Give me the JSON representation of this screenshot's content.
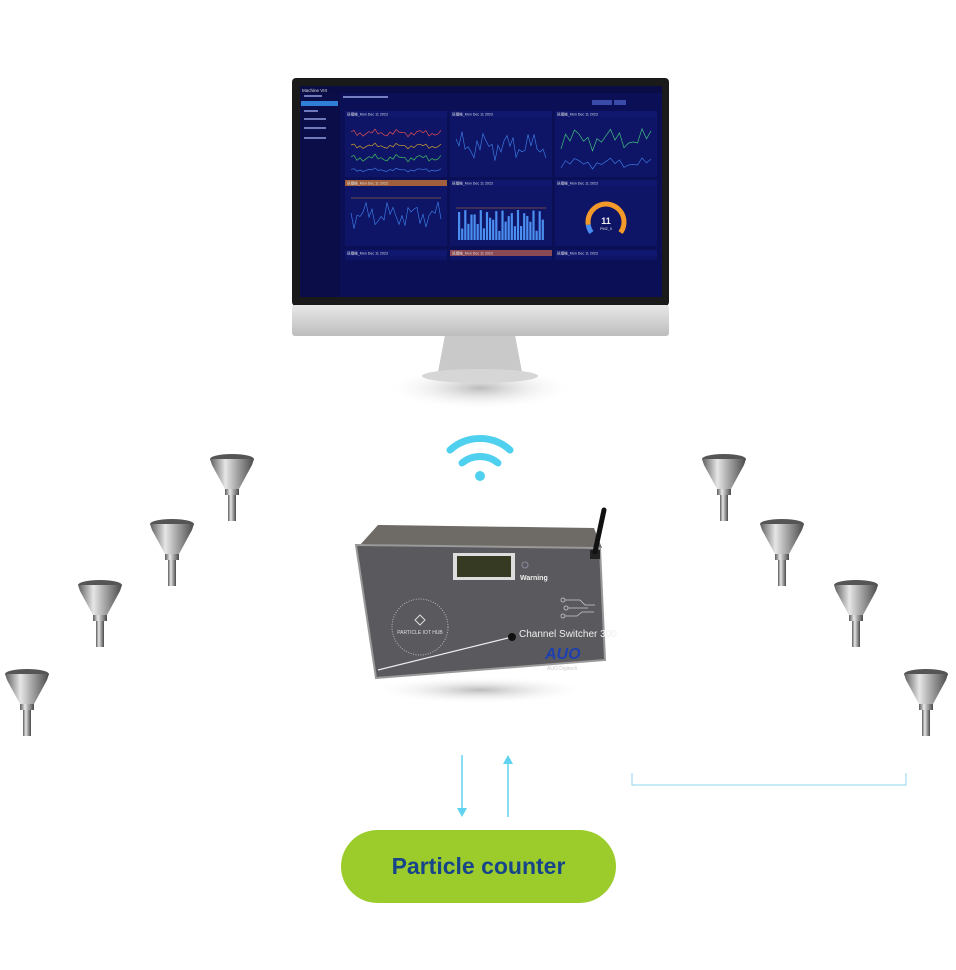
{
  "dashboard": {
    "app_title": "Machine VIII",
    "panels": [
      {
        "title": "研磨機_Mon Dec 11 2023"
      },
      {
        "title": "研磨機_Mon Dec 11 2023"
      },
      {
        "title": "研磨機_Mon Dec 11 2023"
      },
      {
        "title": "研磨機_Mon Dec 11 2023"
      },
      {
        "title": "研磨機_Mon Dec 11 2023"
      },
      {
        "title": "研磨機_Mon Dec 11 2023"
      }
    ],
    "gauge": {
      "value": "11",
      "label": "PM2_5",
      "fraction": 0.11
    },
    "colors": {
      "bg": "#0b0f55",
      "panel": "#0e1466",
      "alert": "#a0603e",
      "accent": "#2f7fd6"
    }
  },
  "device": {
    "name": "Channel Switcher 300",
    "indicator": "Warning",
    "hub_label": "PARTICLE IOT HUB",
    "brand": "AUO",
    "brand_sub": "AUO Digitech"
  },
  "counter": {
    "label": "Particle counter",
    "color": "#9ccc2c"
  },
  "icons": [
    "wifi-icon",
    "funnel-inlet-icon",
    "arrow-down-icon",
    "arrow-up-icon"
  ]
}
